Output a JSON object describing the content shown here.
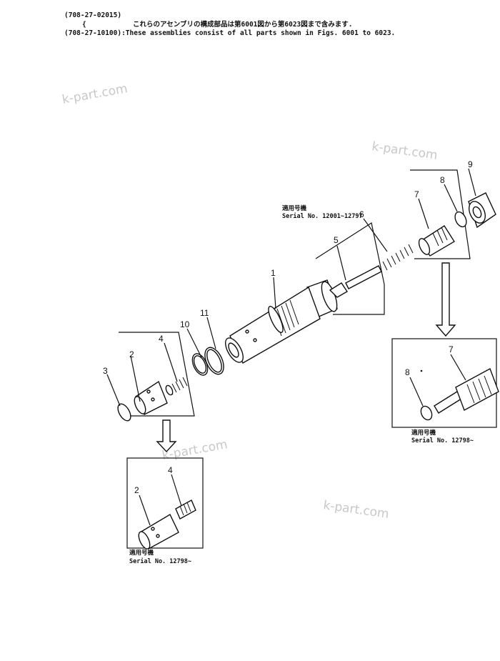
{
  "header": {
    "line1": "(708-27-02015)",
    "brace": "{",
    "line2_jp": "これらのアセンブリの構成部品は第6001図から第6023図まで含みます.",
    "line3": "(708-27-10100):These assemblies consist of all parts shown in Figs. 6001 to 6023."
  },
  "watermarks": [
    "k-part.com",
    "k-part.com",
    "k-part.com",
    "k-part.com"
  ],
  "callouts": {
    "n1": "1",
    "n2": "2",
    "n3": "3",
    "n4": "4",
    "n5": "5",
    "n6": "6",
    "n7": "7",
    "n8": "8",
    "n9": "9",
    "n10": "10",
    "n11": "11",
    "n7b": "7",
    "n8b": "8",
    "n2b": "2",
    "n4b": "4"
  },
  "serial_top": {
    "jp": "適用号機",
    "en": "Serial No. 12001~12797"
  },
  "serial_right": {
    "jp": "適用号機",
    "en": "Serial No. 12798~"
  },
  "serial_bottom": {
    "jp": "適用号機",
    "en": "Serial No. 12798~"
  }
}
